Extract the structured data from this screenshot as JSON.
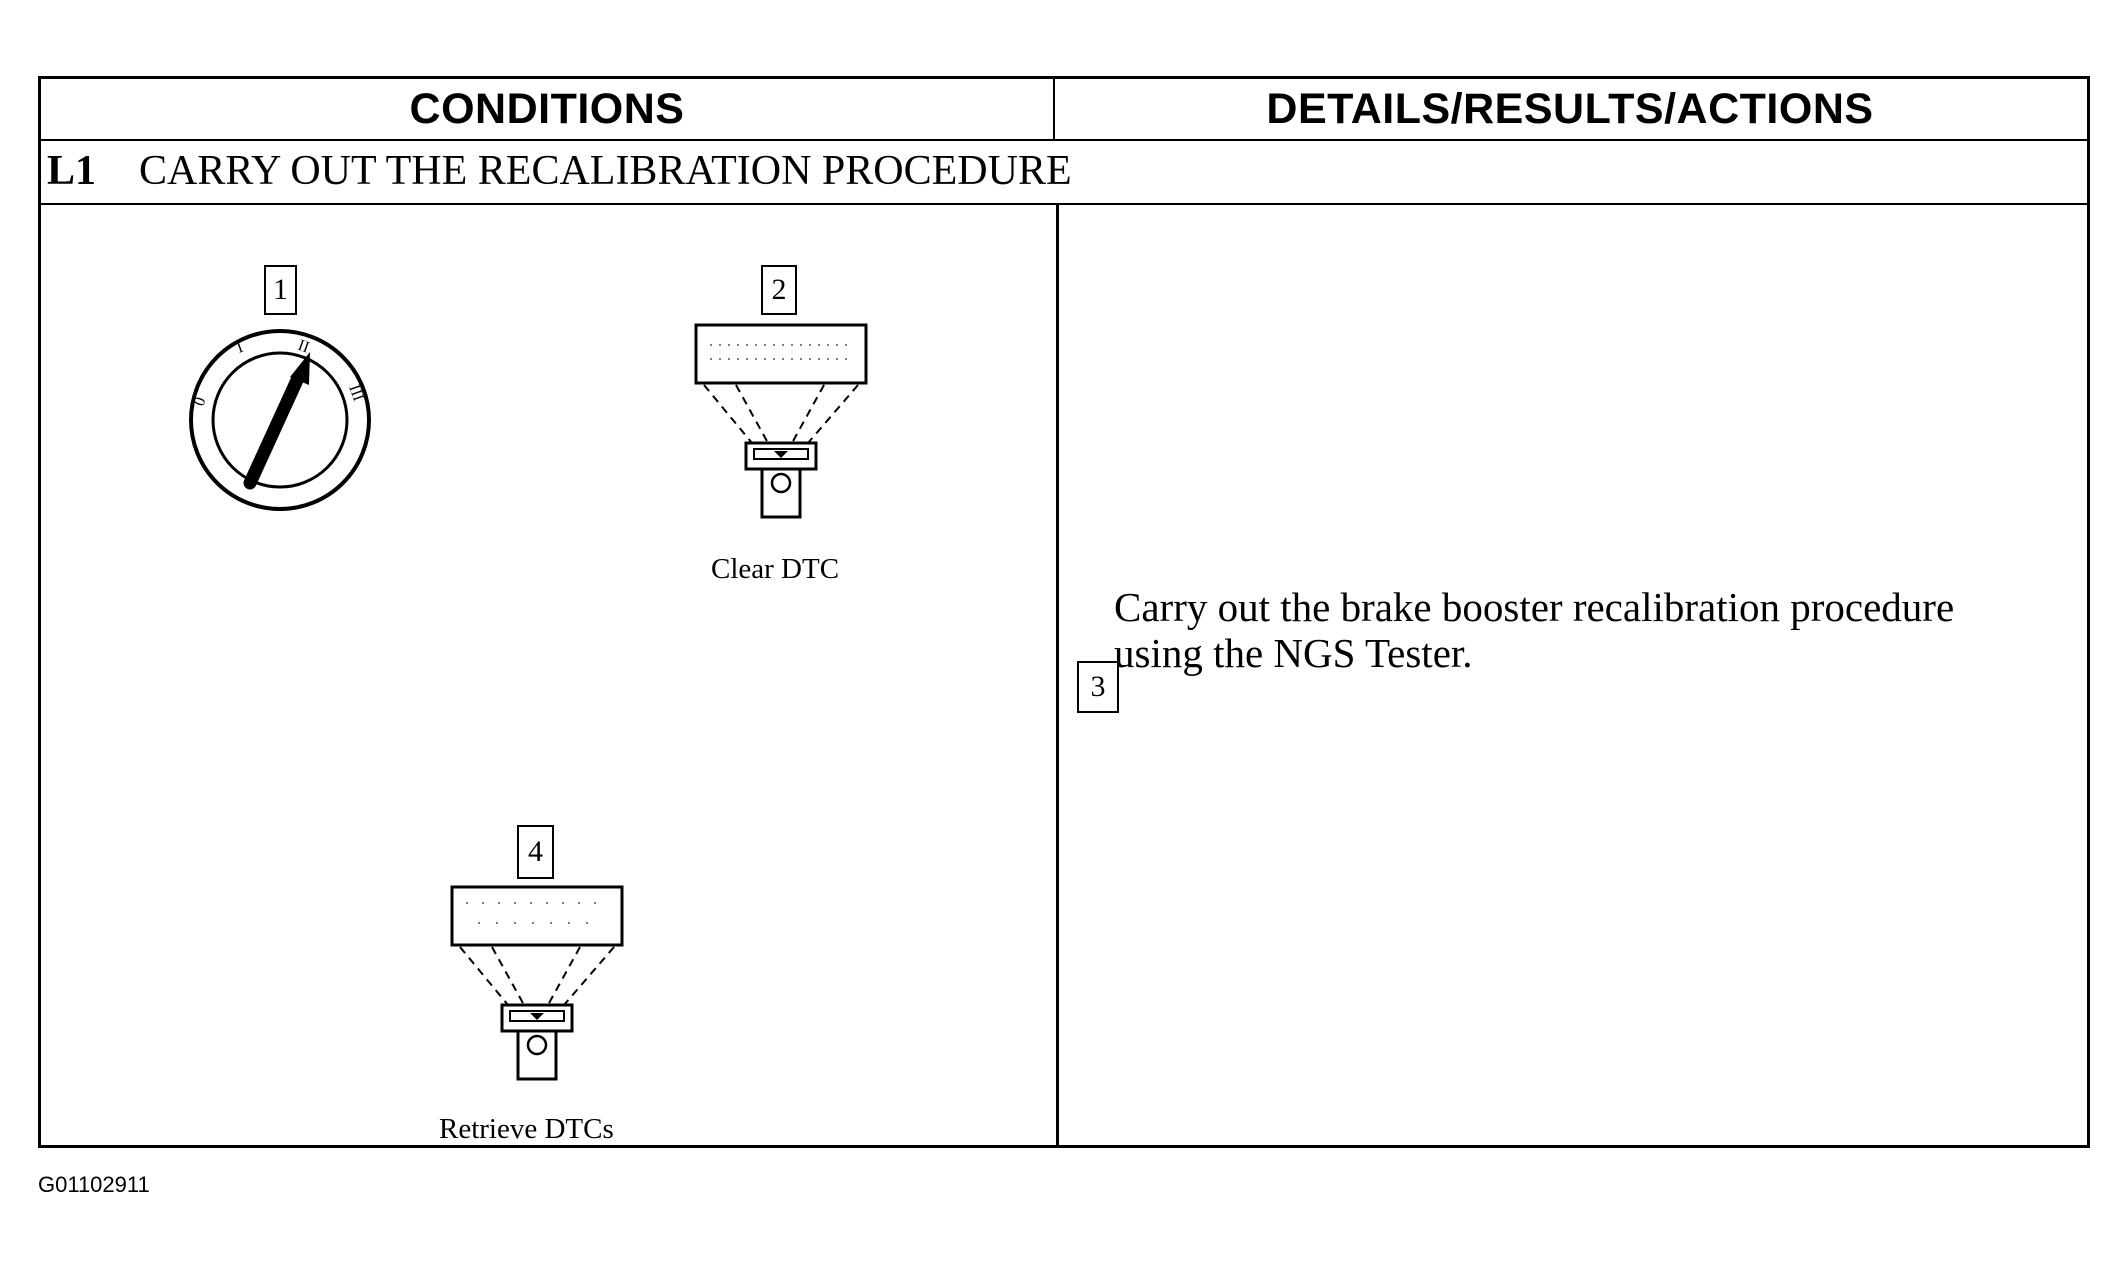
{
  "table": {
    "headers": {
      "conditions": "CONDITIONS",
      "details": "DETAILS/RESULTS/ACTIONS"
    },
    "step": {
      "id": "L1",
      "title": "CARRY OUT THE RECALIBRATION PROCEDURE"
    }
  },
  "figures": {
    "ignition": {
      "number": "1",
      "icon": "ignition-switch-icon",
      "positions": [
        "0",
        "I",
        "II",
        "III"
      ]
    },
    "clear": {
      "number": "2",
      "icon": "diagnostic-tester-icon",
      "caption": "Clear DTC"
    },
    "retrieve": {
      "number": "4",
      "icon": "diagnostic-tester-icon",
      "caption": "Retrieve DTCs"
    }
  },
  "action": {
    "number": "3",
    "text": "Carry out the brake booster recalibration procedure using the NGS Tester."
  },
  "figure_id": "G01102911"
}
